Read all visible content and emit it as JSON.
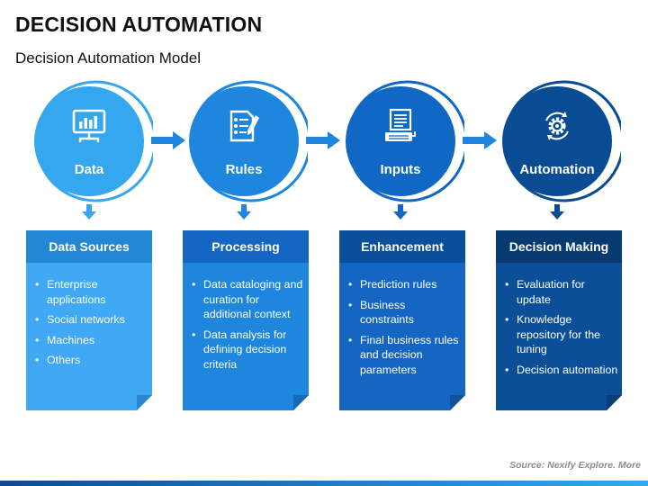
{
  "title": "DECISION AUTOMATION",
  "subtitle": "Decision Automation Model",
  "steps": [
    {
      "label": "Data",
      "icon": "dashboard-board-icon",
      "color": "#35a7ee",
      "ring_color": "#35a7ee",
      "card": {
        "heading": "Data Sources",
        "head_color": "#2187d6",
        "body_color": "#3fa9f5",
        "items": [
          "Enterprise applications",
          "Social networks",
          "Machines",
          "Others"
        ]
      }
    },
    {
      "label": "Rules",
      "icon": "checklist-pencil-icon",
      "color": "#1e86dd",
      "ring_color": "#1e86dd",
      "card": {
        "heading": "Processing",
        "head_color": "#1466c2",
        "body_color": "#1f86de",
        "items": [
          "Data cataloging and curation for additional context",
          "Data analysis for defining decision criteria"
        ]
      }
    },
    {
      "label": "Inputs",
      "icon": "document-keyboard-icon",
      "color": "#1068c4",
      "ring_color": "#1068c4",
      "card": {
        "heading": "Enhancement",
        "head_color": "#0a4f9c",
        "body_color": "#1466c2",
        "items": [
          "Prediction rules",
          "Business constraints",
          "Final business rules and decision parameters"
        ]
      }
    },
    {
      "label": "Automation",
      "icon": "gear-cycle-icon",
      "color": "#0a4c93",
      "ring_color": "#0a4c93",
      "card": {
        "heading": "Decision Making",
        "head_color": "#083a72",
        "body_color": "#0c4f99",
        "items": [
          "Evaluation for update",
          "Knowledge repository for the tuning",
          "Decision automation"
        ]
      }
    }
  ],
  "source": "Source: Nexify Explore. More",
  "colors": {
    "bar_left": "#0a4c93",
    "bar_right": "#35a7ee",
    "connector": "#1e86dd"
  }
}
